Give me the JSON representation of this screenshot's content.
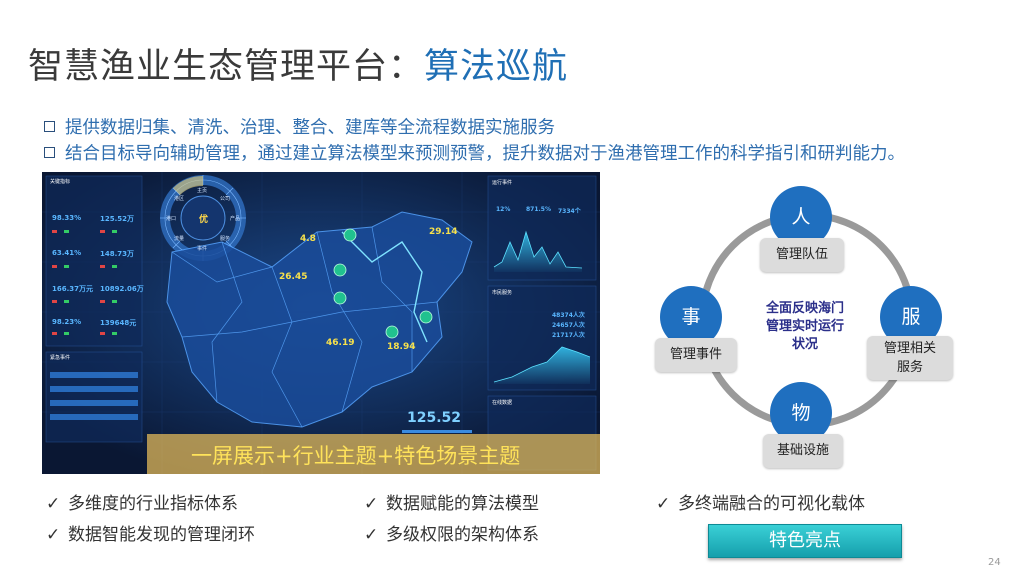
{
  "title": {
    "main": "智慧渔业生态管理平台：",
    "highlight": "算法巡航"
  },
  "bullets": [
    "提供数据归集、清洗、治理、整合、建库等全流程数据实施服务",
    "结合目标导向辅助管理，通过建立算法模型来预测预警，提升数据对于渔港管理工作的科学指引和研判能力。"
  ],
  "dashboard": {
    "banner": "一屏展示+行业主题+特色场景主题",
    "center_badge": "优",
    "ring_labels": [
      "主页",
      "公司",
      "产品",
      "服务",
      "事件",
      "流量",
      "港口",
      "港区"
    ],
    "section_titles": [
      "关键指标",
      "紧急事件",
      "运行事件",
      "市民服务",
      "在线数据"
    ],
    "left_values": [
      "98.33%",
      "125.52万",
      "63.41%",
      "148.73万",
      "166.37万元",
      "10892.06万",
      "98.23%",
      "139648元"
    ],
    "map_values": [
      "4.8",
      "29.14",
      "26.45",
      "46.19",
      "18.94"
    ],
    "right_values": [
      "12%",
      "871.5%",
      "7334个",
      "48374人次",
      "24657人次",
      "21717人次"
    ],
    "big_value": "125.52"
  },
  "checks": [
    "多维度的行业指标体系",
    "数据赋能的算法模型",
    "多终端融合的可视化载体",
    "数据智能发现的管理闭环",
    "多级权限的架构体系"
  ],
  "cycle": {
    "center": [
      "全面反映海门",
      "管理实时运行",
      "状况"
    ],
    "nodes": [
      {
        "glyph": "人",
        "label": "管理队伍"
      },
      {
        "glyph": "服",
        "label": "管理相关服务"
      },
      {
        "glyph": "物",
        "label": "基础设施"
      },
      {
        "glyph": "事",
        "label": "管理事件"
      }
    ]
  },
  "highlight_button": "特色亮点",
  "page_number": "24",
  "colors": {
    "accent": "#1f6fb5",
    "node": "#1f6fbf",
    "button": "#1fb5c0",
    "dashboard_bg": "#0b1c3e"
  }
}
